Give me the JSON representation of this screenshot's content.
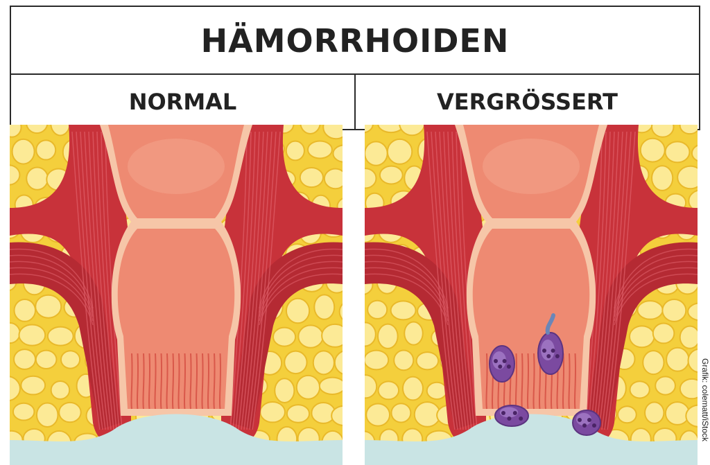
{
  "title": "HÄMORRHOIDEN",
  "panels": [
    {
      "label": "NORMAL",
      "enlarged": false
    },
    {
      "label": "VERGRÖSSERT",
      "enlarged": true
    }
  ],
  "credit": "Grafik: colematt/iStock",
  "colors": {
    "fat_bg": "#f4cf3c",
    "fat_lobule": "#fcea96",
    "fat_outline": "#e9b92a",
    "muscle": "#c8323a",
    "muscle_stripe": "#e0606a",
    "canal_outer": "#f6c6a8",
    "mucosa": "#ee8a72",
    "mucosa_light": "#f4a28a",
    "skin": "#c9e4e4",
    "hemorrhoid": "#7b4aa0",
    "hemorrhoid_light": "#a57cc8"
  }
}
